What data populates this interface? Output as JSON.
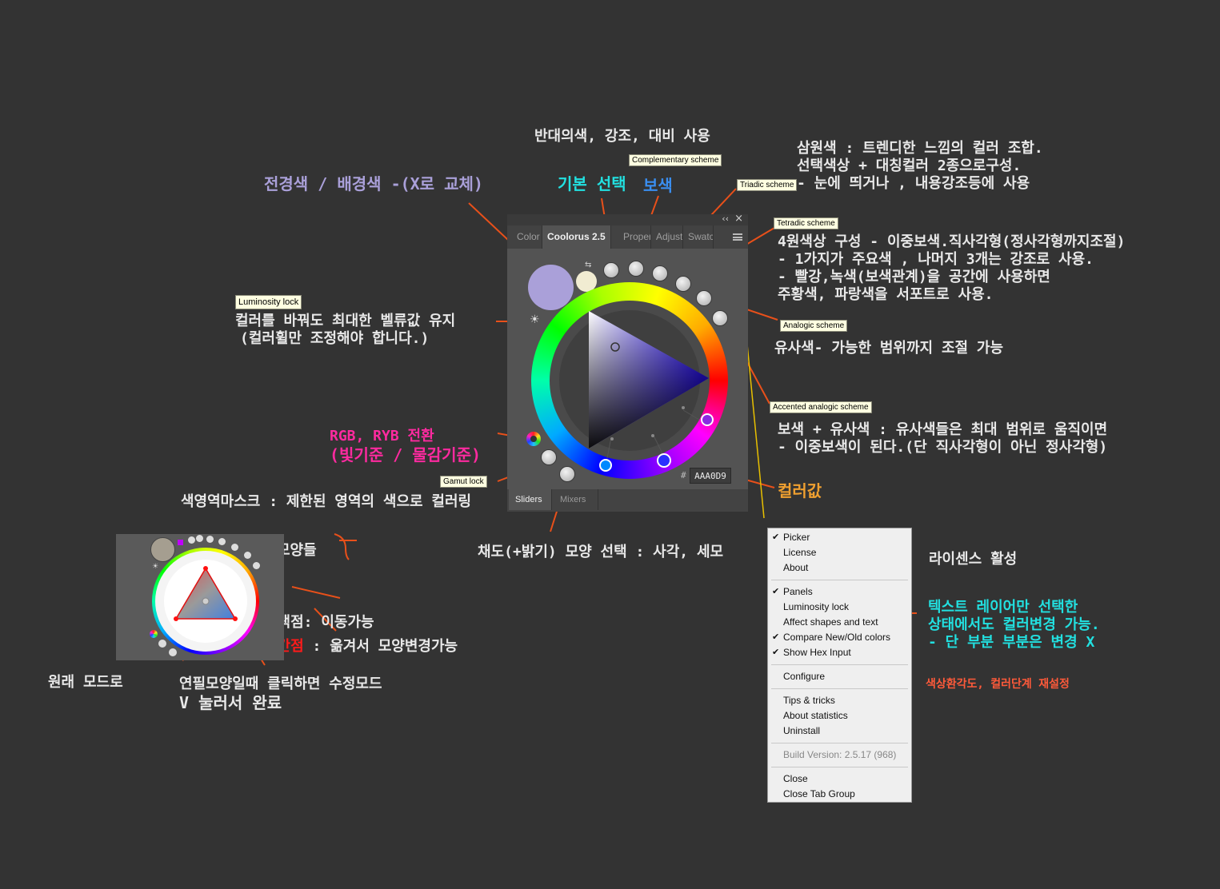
{
  "notes": {
    "complementary_use": "반대의색, 강조, 대비 사용",
    "triadic_desc": [
      "삼원색 : 트렌디한 느낌의 컬러 조합.",
      "선택색상 + 대칭컬러 2종으로구성.",
      "- 눈에 띄거나 , 내용강조등에 사용"
    ],
    "fg_bg": "전경색 / 배경색 -(X로 교체)",
    "basic_select": "기본 선택",
    "complement": "보색",
    "tetradic_desc": [
      "4원색상 구성 - 이중보색.직사각형(정사각형까지조절)",
      "- 1가지가 주요색 , 나머지 3개는 강조로 사용.",
      "- 빨강,녹색(보색관계)을 공간에 사용하면",
      "주황색, 파랑색을 서포트로 사용."
    ],
    "luminosity_desc": [
      "컬러를 바꿔도 최대한  벨류값 유지",
      "(컬러휠만 조정해야 합니다.)"
    ],
    "analogic_desc": "유사색- 가능한 범위까지 조절 가능",
    "rgb_ryb": [
      "RGB, RYB 전환",
      "(빛기준 / 물감기준)"
    ],
    "accented_desc": [
      "보색 + 유사색 : 유사색들은 최대 범위로 움직이면",
      "- 이중보색이 된다.(단 직사각형이 아닌 정사각형)"
    ],
    "color_value": "컬러값",
    "gamut_desc": "색영역마스크 : 제한된 영역의 색으로 컬러링",
    "shapes": "모양들",
    "saturation_shape": "채도(+밝기) 모양 선택 : 사각, 세모",
    "license_active": "라이센스 활성",
    "gray_dot": "회색점: 이동가능",
    "red_dot": "빨간점",
    "red_dot_desc": " : 옮겨서 모양변경가능",
    "text_layer": [
      "텍스트 레이어만 선택한",
      "상태에서도 컬러변경 가능.",
      "- 단 부분 부분은 변경 X"
    ],
    "original_mode": "원래 모드로",
    "pencil_mode": [
      "연필모양일때 클릭하면 수정모드",
      "V 눌러서 완료"
    ],
    "configure_desc": "색상환각도, 컬러단계 재설정"
  },
  "tooltips": {
    "complementary": "Complementary scheme",
    "triadic": "Triadic scheme",
    "tetradic": "Tetradic scheme",
    "luminosity": "Luminosity lock",
    "analogic": "Analogic scheme",
    "accented": "Accented analogic scheme",
    "gamut": "Gamut lock"
  },
  "panel": {
    "tabs": [
      "Color",
      "Coolorus 2.5",
      "Properties",
      "Adjustments",
      "Swatches"
    ],
    "collapse_glyph": "‹‹",
    "close_glyph": "×",
    "hash": "#",
    "hex_value": "AAA0D9",
    "bottom_tabs": [
      "Sliders",
      "Mixers"
    ]
  },
  "menu": {
    "groups": [
      [
        {
          "label": "Picker",
          "checked": true
        },
        {
          "label": "License",
          "checked": false
        },
        {
          "label": "About",
          "checked": false
        }
      ],
      [
        {
          "label": "Panels",
          "checked": true
        },
        {
          "label": "Luminosity lock",
          "checked": false
        },
        {
          "label": "Affect shapes and text",
          "checked": false
        },
        {
          "label": "Compare New/Old colors",
          "checked": true
        },
        {
          "label": "Show Hex Input",
          "checked": true
        }
      ],
      [
        {
          "label": "Configure",
          "checked": false
        }
      ],
      [
        {
          "label": "Tips & tricks",
          "checked": false
        },
        {
          "label": "About statistics",
          "checked": false
        },
        {
          "label": "Uninstall",
          "checked": false
        }
      ],
      [
        {
          "label": "Build Version: 2.5.17 (968)",
          "checked": false,
          "disabled": true
        }
      ],
      [
        {
          "label": "Close",
          "checked": false
        },
        {
          "label": "Close Tab Group",
          "checked": false
        }
      ]
    ]
  },
  "colors": {
    "foreground": "#aaa0d9",
    "background": "#f1ecd2",
    "annotation_line": "#e8501a",
    "accent_lavender": "#aaa0d9",
    "accent_cyan": "#22e0e0",
    "accent_blue": "#3a8ef0",
    "accent_magenta": "#ff2aa0",
    "accent_orange": "#f0a030",
    "accent_red": "#ff1a1a"
  }
}
